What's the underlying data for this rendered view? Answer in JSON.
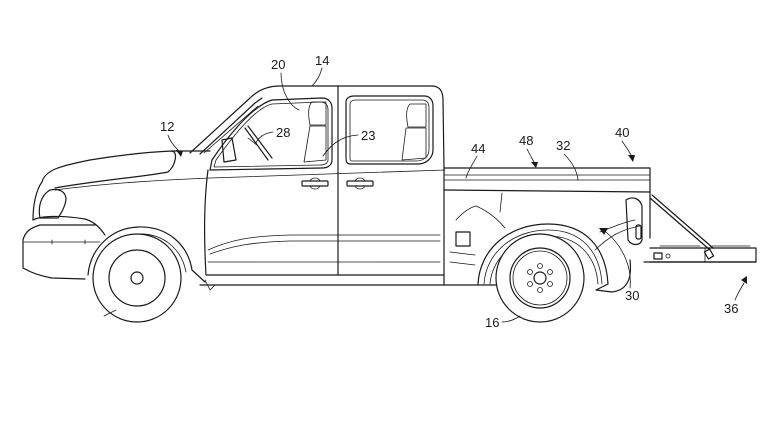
{
  "figure": {
    "type": "patent-drawing",
    "subject": "pickup truck side view with extended tailgate ramp",
    "line_color": "#1a1a1a",
    "background": "#ffffff"
  },
  "labels": [
    {
      "id": "12",
      "text": "12",
      "refers_to": "hood / front body"
    },
    {
      "id": "14",
      "text": "14",
      "refers_to": "cab roof"
    },
    {
      "id": "16",
      "text": "16",
      "refers_to": "rear wheel"
    },
    {
      "id": "20",
      "text": "20",
      "refers_to": "cab interior / front window"
    },
    {
      "id": "23",
      "text": "23",
      "refers_to": "seat"
    },
    {
      "id": "28",
      "text": "28",
      "refers_to": "steering wheel"
    },
    {
      "id": "30",
      "text": "30",
      "refers_to": "rear fender area"
    },
    {
      "id": "32",
      "text": "32",
      "refers_to": "bed side rail"
    },
    {
      "id": "36",
      "text": "36",
      "refers_to": "extended tailgate platform"
    },
    {
      "id": "40",
      "text": "40",
      "refers_to": "bed rear corner"
    },
    {
      "id": "44",
      "text": "44",
      "refers_to": "bed rail top"
    },
    {
      "id": "48",
      "text": "48",
      "refers_to": "bed rail"
    }
  ]
}
